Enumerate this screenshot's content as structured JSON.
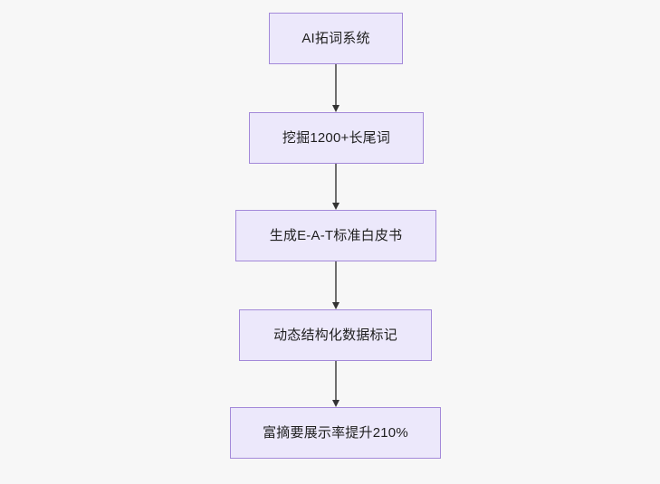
{
  "diagram": {
    "type": "flowchart",
    "orientation": "top-to-bottom",
    "background_color": "#f7f7f7",
    "node_fill_color": "#ece8fb",
    "node_border_color": "#a389d9",
    "node_text_color": "#1f1f1f",
    "connector_color": "#6f6f6f",
    "arrowhead_color": "#333333",
    "nodes": [
      {
        "id": "node-1",
        "label": "AI拓词系统"
      },
      {
        "id": "node-2",
        "label": "挖掘1200+长尾词"
      },
      {
        "id": "node-3",
        "label": "生成E-A-T标准白皮书"
      },
      {
        "id": "node-4",
        "label": "动态结构化数据标记"
      },
      {
        "id": "node-5",
        "label": "富摘要展示率提升210%"
      }
    ],
    "edges": [
      {
        "id": "connector-1",
        "from": "node-1",
        "to": "node-2",
        "label": ""
      },
      {
        "id": "connector-2",
        "from": "node-2",
        "to": "node-3",
        "label": ""
      },
      {
        "id": "connector-3",
        "from": "node-3",
        "to": "node-4",
        "label": ""
      },
      {
        "id": "connector-4",
        "from": "node-4",
        "to": "node-5",
        "label": ""
      }
    ]
  }
}
